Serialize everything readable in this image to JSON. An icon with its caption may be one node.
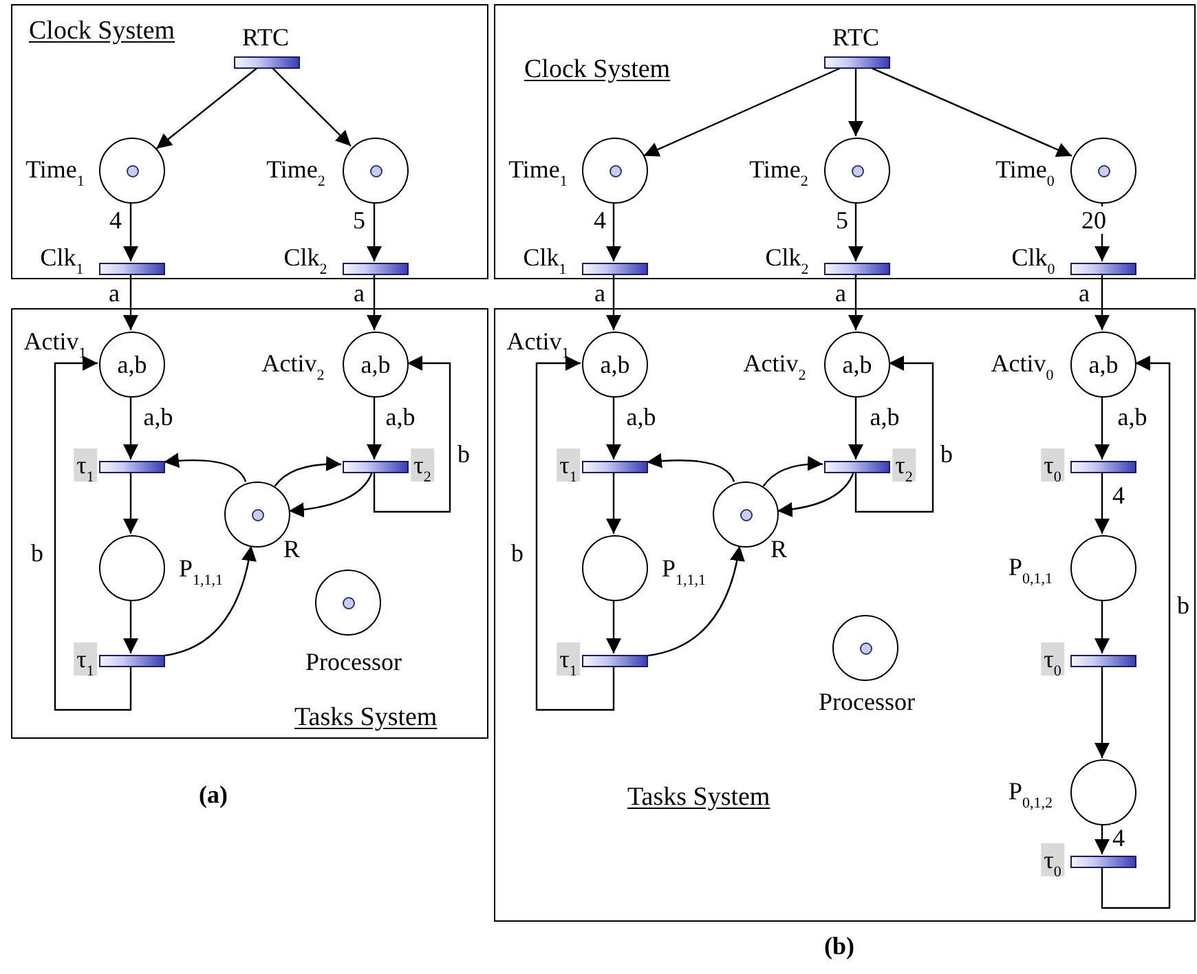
{
  "diagram": {
    "nodes": [
      {
        "text": [
          "Clock System"
        ]
      },
      {
        "text": [],
        "shape": "bar",
        "in": 0,
        "beside": [
          "RTC"
        ]
      },
      {
        "text": [],
        "shape": "circle",
        "in": 0,
        "beside": [
          "Time$_{1}$"
        ]
      },
      {
        "text": [],
        "shape": "circle",
        "in": 0,
        "beside": [
          "Time$_{2}$"
        ]
      },
      {
        "text": [],
        "shape": "bar",
        "in": 0,
        "beside": [
          "Clk$_{1}$"
        ]
      },
      {
        "text": [],
        "shape": "bar",
        "in": 0,
        "beside": [
          "Clk$_{2}$"
        ]
      },
      {
        "text": [
          "Tasks System"
        ]
      },
      {
        "text": [
          "a,b"
        ],
        "in": 6,
        "beside": [
          "Activ$_{1}$"
        ]
      },
      {
        "text": [
          "a,b"
        ],
        "in": 6,
        "beside": [
          "Activ$_{2}$"
        ]
      },
      {
        "text": [],
        "shape": "bar",
        "in": 6,
        "beside": [
          "τ$_{1}$"
        ]
      },
      {
        "text": [],
        "shape": "bar",
        "in": 6,
        "beside": [
          "τ$_{2}$"
        ]
      },
      {
        "text": [],
        "shape": "circle",
        "in": 6,
        "beside": [
          "R"
        ]
      },
      {
        "text": [],
        "shape": "circle",
        "in": 6,
        "beside": [
          "P$_{1,1,1}$"
        ]
      },
      {
        "text": [],
        "shape": "bar",
        "in": 6,
        "beside": [
          "τ$_{1}$"
        ]
      },
      {
        "text": [],
        "shape": "circle",
        "in": 6,
        "beside": [
          "Processor"
        ]
      },
      {
        "text": [
          "Clock System"
        ]
      },
      {
        "text": [],
        "shape": "bar",
        "in": 15,
        "beside": [
          "RTC"
        ]
      },
      {
        "text": [],
        "shape": "circle",
        "in": 15,
        "beside": [
          "Time$_{1}$"
        ]
      },
      {
        "text": [],
        "shape": "circle",
        "in": 15,
        "beside": [
          "Time$_{2}$"
        ]
      },
      {
        "text": [],
        "shape": "circle",
        "in": 15,
        "beside": [
          "Time$_{0}$"
        ]
      },
      {
        "text": [],
        "shape": "bar",
        "in": 15,
        "beside": [
          "Clk$_{1}$"
        ]
      },
      {
        "text": [],
        "shape": "bar",
        "in": 15,
        "beside": [
          "Clk$_{2}$"
        ]
      },
      {
        "text": [],
        "shape": "bar",
        "in": 15,
        "beside": [
          "Clk$_{0}$"
        ]
      },
      {
        "text": [
          "Tasks System"
        ]
      },
      {
        "text": [
          "a,b"
        ],
        "in": 23,
        "beside": [
          "Activ$_{1}$"
        ]
      },
      {
        "text": [
          "a,b"
        ],
        "in": 23,
        "beside": [
          "Activ$_{2}$"
        ]
      },
      {
        "text": [
          "a,b"
        ],
        "in": 23,
        "beside": [
          "Activ$_{0}$"
        ]
      },
      {
        "text": [],
        "shape": "bar",
        "in": 23,
        "beside": [
          "τ$_{1}$"
        ]
      },
      {
        "text": [],
        "shape": "bar",
        "in": 23,
        "beside": [
          "τ$_{2}$"
        ]
      },
      {
        "text": [],
        "shape": "bar",
        "in": 23,
        "beside": [
          "τ$_{0}$"
        ]
      },
      {
        "text": [],
        "shape": "circle",
        "in": 23,
        "beside": [
          "R"
        ]
      },
      {
        "text": [],
        "shape": "circle",
        "in": 23,
        "beside": [
          "P$_{1,1,1}$"
        ]
      },
      {
        "text": [],
        "shape": "circle",
        "in": 23,
        "beside": [
          "P$_{0,1,1}$"
        ]
      },
      {
        "text": [],
        "shape": "bar",
        "in": 23,
        "beside": [
          "τ$_{1}$"
        ]
      },
      {
        "text": [],
        "shape": "circle",
        "in": 23,
        "beside": [
          "Processor"
        ]
      },
      {
        "text": [],
        "shape": "bar",
        "in": 23,
        "beside": [
          "τ$_{0}$"
        ]
      },
      {
        "text": [],
        "shape": "circle",
        "in": 23,
        "beside": [
          "P$_{0,1,2}$"
        ]
      },
      {
        "text": [],
        "shape": "bar",
        "in": 23,
        "beside": [
          "τ$_{0}$"
        ]
      }
    ],
    "edges": [
      {
        "from": 1,
        "to": 2,
        "arrow": "to"
      },
      {
        "from": 1,
        "to": 3,
        "arrow": "to"
      },
      {
        "from": 2,
        "to": 4,
        "arrow": "to",
        "label": "4"
      },
      {
        "from": 3,
        "to": 5,
        "arrow": "to",
        "label": "5"
      },
      {
        "from": 4,
        "to": 7,
        "arrow": "to",
        "label": "a"
      },
      {
        "from": 5,
        "to": 8,
        "arrow": "to",
        "label": "a"
      },
      {
        "from": 7,
        "to": 9,
        "arrow": "to",
        "label": "a,b"
      },
      {
        "from": 8,
        "to": 10,
        "arrow": "to",
        "label": "a,b"
      },
      {
        "from": 10,
        "to": 8,
        "arrow": "to",
        "label": "b"
      },
      {
        "from": 11,
        "to": 9,
        "arrow": "to"
      },
      {
        "from": 11,
        "to": 10,
        "arrow": "to"
      },
      {
        "from": 10,
        "to": 11,
        "arrow": "to"
      },
      {
        "from": 9,
        "to": 12,
        "arrow": "to"
      },
      {
        "from": 12,
        "to": 13,
        "arrow": "to"
      },
      {
        "from": 13,
        "to": 11,
        "arrow": "to"
      },
      {
        "from": 13,
        "to": 7,
        "arrow": "to",
        "label": "b"
      },
      {
        "from": 16,
        "to": 17,
        "arrow": "to"
      },
      {
        "from": 16,
        "to": 18,
        "arrow": "to"
      },
      {
        "from": 16,
        "to": 19,
        "arrow": "to"
      },
      {
        "from": 17,
        "to": 20,
        "arrow": "to",
        "label": "4"
      },
      {
        "from": 18,
        "to": 21,
        "arrow": "to",
        "label": "5"
      },
      {
        "from": 19,
        "to": 22,
        "arrow": "to",
        "label": "20"
      },
      {
        "from": 20,
        "to": 24,
        "arrow": "to",
        "label": "a"
      },
      {
        "from": 21,
        "to": 25,
        "arrow": "to",
        "label": "a"
      },
      {
        "from": 22,
        "to": 26,
        "arrow": "to",
        "label": "a"
      },
      {
        "from": 24,
        "to": 27,
        "arrow": "to",
        "label": "a,b"
      },
      {
        "from": 25,
        "to": 28,
        "arrow": "to",
        "label": "a,b"
      },
      {
        "from": 26,
        "to": 29,
        "arrow": "to",
        "label": "a,b"
      },
      {
        "from": 28,
        "to": 25,
        "arrow": "to",
        "label": "b"
      },
      {
        "from": 30,
        "to": 27,
        "arrow": "to"
      },
      {
        "from": 30,
        "to": 28,
        "arrow": "to"
      },
      {
        "from": 28,
        "to": 30,
        "arrow": "to"
      },
      {
        "from": 27,
        "to": 31,
        "arrow": "to"
      },
      {
        "from": 31,
        "to": 33,
        "arrow": "to"
      },
      {
        "from": 33,
        "to": 30,
        "arrow": "to"
      },
      {
        "from": 33,
        "to": 24,
        "arrow": "to",
        "label": "b"
      },
      {
        "from": 29,
        "to": 32,
        "arrow": "to",
        "label": "4"
      },
      {
        "from": 32,
        "to": 35,
        "arrow": "to"
      },
      {
        "from": 35,
        "to": 36,
        "arrow": "to"
      },
      {
        "from": 36,
        "to": 37,
        "arrow": "to",
        "label": "4"
      },
      {
        "from": 37,
        "to": 26,
        "arrow": "to",
        "label": "b"
      }
    ],
    "labels": [
      "(a)",
      "(b)"
    ]
  }
}
